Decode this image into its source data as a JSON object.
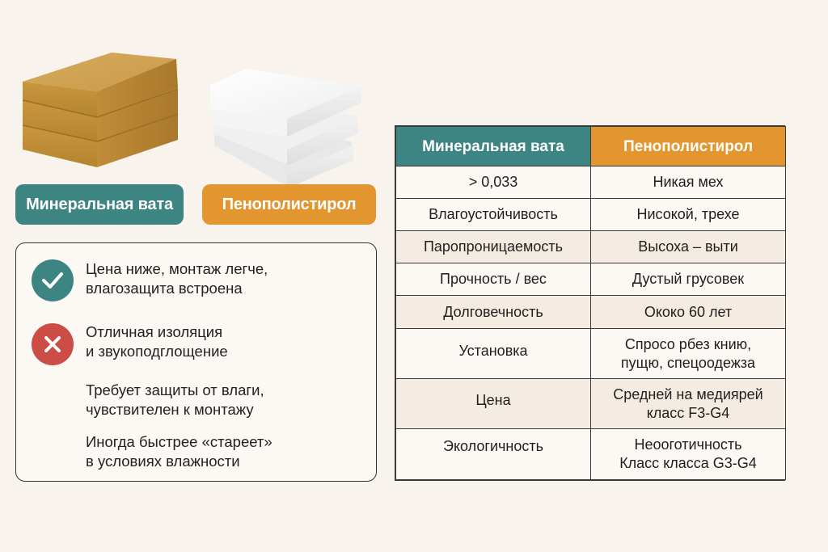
{
  "products": [
    {
      "name": "mineral-wool",
      "label": "Минеральная вата",
      "color": "#3c8583"
    },
    {
      "name": "polystyrene",
      "label": "Пенополистирол",
      "color": "#e3952f"
    }
  ],
  "summary": {
    "items": [
      {
        "icon": "check-icon",
        "status": "positive",
        "text": "Цена ниже, монтаж легче,\nвлагозащита встроена"
      },
      {
        "icon": "cross-icon",
        "status": "negative",
        "text": "Отличная изоляция\nи звукоподглощение"
      },
      {
        "icon": "",
        "status": "neutral",
        "text": "Требует защиты от влаги,\nчувствителен к монтажу"
      },
      {
        "icon": "",
        "status": "neutral",
        "text": "Иногда быстрее «стареет»\nв условиях влажности"
      }
    ]
  },
  "table": {
    "headers": [
      "Минеральная вата",
      "Пенополистирол"
    ],
    "header_colors": [
      "#3c8583",
      "#e3952f"
    ],
    "rows": [
      [
        "> 0,033",
        "Никая мех"
      ],
      [
        "Влагоустойчивость",
        "Нисокой, трехе"
      ],
      [
        "Паропроницаемость",
        "Высоха – выти"
      ],
      [
        "Прочность / вес",
        "Дустый грусовек"
      ],
      [
        "Долговечность",
        "Ококо 60 лет"
      ],
      [
        "Установка",
        "Спросо рбез книю,\nпущю, спецоодежза"
      ],
      [
        "Цена",
        "Средней на медиярей\nкласс F3-G4"
      ],
      [
        "Экологичность",
        "Неооготичность\nКласс класса G3-G4"
      ]
    ]
  },
  "colors": {
    "background": "#f8f3ec",
    "teal": "#3c8583",
    "orange": "#e3952f",
    "red": "#cc4d45"
  }
}
